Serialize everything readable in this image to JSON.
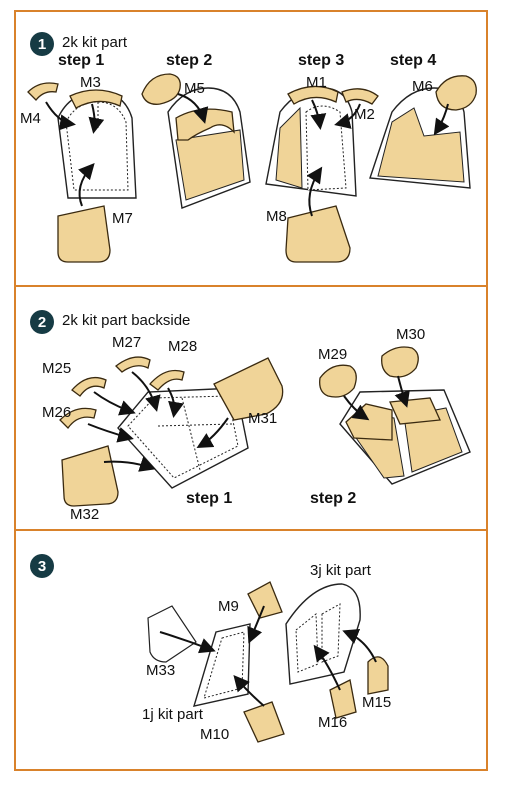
{
  "colors": {
    "frame": "#d9822b",
    "badge": "#163b44",
    "mask": "#f0d498"
  },
  "section1": {
    "number": "1",
    "title": "2k kit part",
    "steps": [
      "step 1",
      "step 2",
      "step 3",
      "step 4"
    ],
    "labels": {
      "m1": "M1",
      "m2": "M2",
      "m3": "M3",
      "m4": "M4",
      "m5": "M5",
      "m6": "M6",
      "m7": "M7",
      "m8": "M8"
    }
  },
  "section2": {
    "number": "2",
    "title": "2k kit part backside",
    "steps": [
      "step 1",
      "step 2"
    ],
    "labels": {
      "m25": "M25",
      "m26": "M26",
      "m27": "M27",
      "m28": "M28",
      "m29": "M29",
      "m30": "M30",
      "m31": "M31",
      "m32": "M32"
    }
  },
  "section3": {
    "number": "3",
    "part_3j": "3j kit part",
    "part_1j": "1j kit part",
    "labels": {
      "m9": "M9",
      "m10": "M10",
      "m15": "M15",
      "m16": "M16",
      "m33": "M33"
    }
  }
}
